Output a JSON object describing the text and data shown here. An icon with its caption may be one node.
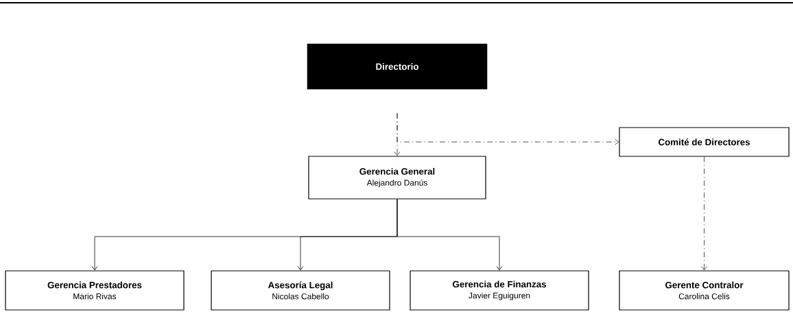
{
  "diagram": {
    "nodes": [
      {
        "text": [
          "Directorio"
        ]
      },
      {
        "text": [
          "Comité de Directores"
        ]
      },
      {
        "text": [
          "Gerencia General",
          "Alejandro Danús"
        ]
      },
      {
        "text": [
          "Gerencia Prestadores",
          "Mario Rivas"
        ]
      },
      {
        "text": [
          "Asesoría Legal",
          "Nicolas Cabello"
        ]
      },
      {
        "text": [
          "Gerencia de Finanzas",
          "Javier Eguiguren"
        ]
      },
      {
        "text": [
          "Gerente Contralor",
          "Carolina Celis"
        ]
      }
    ],
    "edges": [
      {
        "from": 0,
        "to": 2,
        "arrow": "to",
        "style": "dashed"
      },
      {
        "from": 0,
        "to": 1,
        "arrow": "to",
        "style": "dashed"
      },
      {
        "from": 1,
        "to": 6,
        "arrow": "to",
        "style": "dashed"
      },
      {
        "from": 2,
        "to": 3,
        "arrow": "to"
      },
      {
        "from": 2,
        "to": 4,
        "arrow": "to"
      },
      {
        "from": 2,
        "to": 5,
        "arrow": "to"
      }
    ]
  }
}
